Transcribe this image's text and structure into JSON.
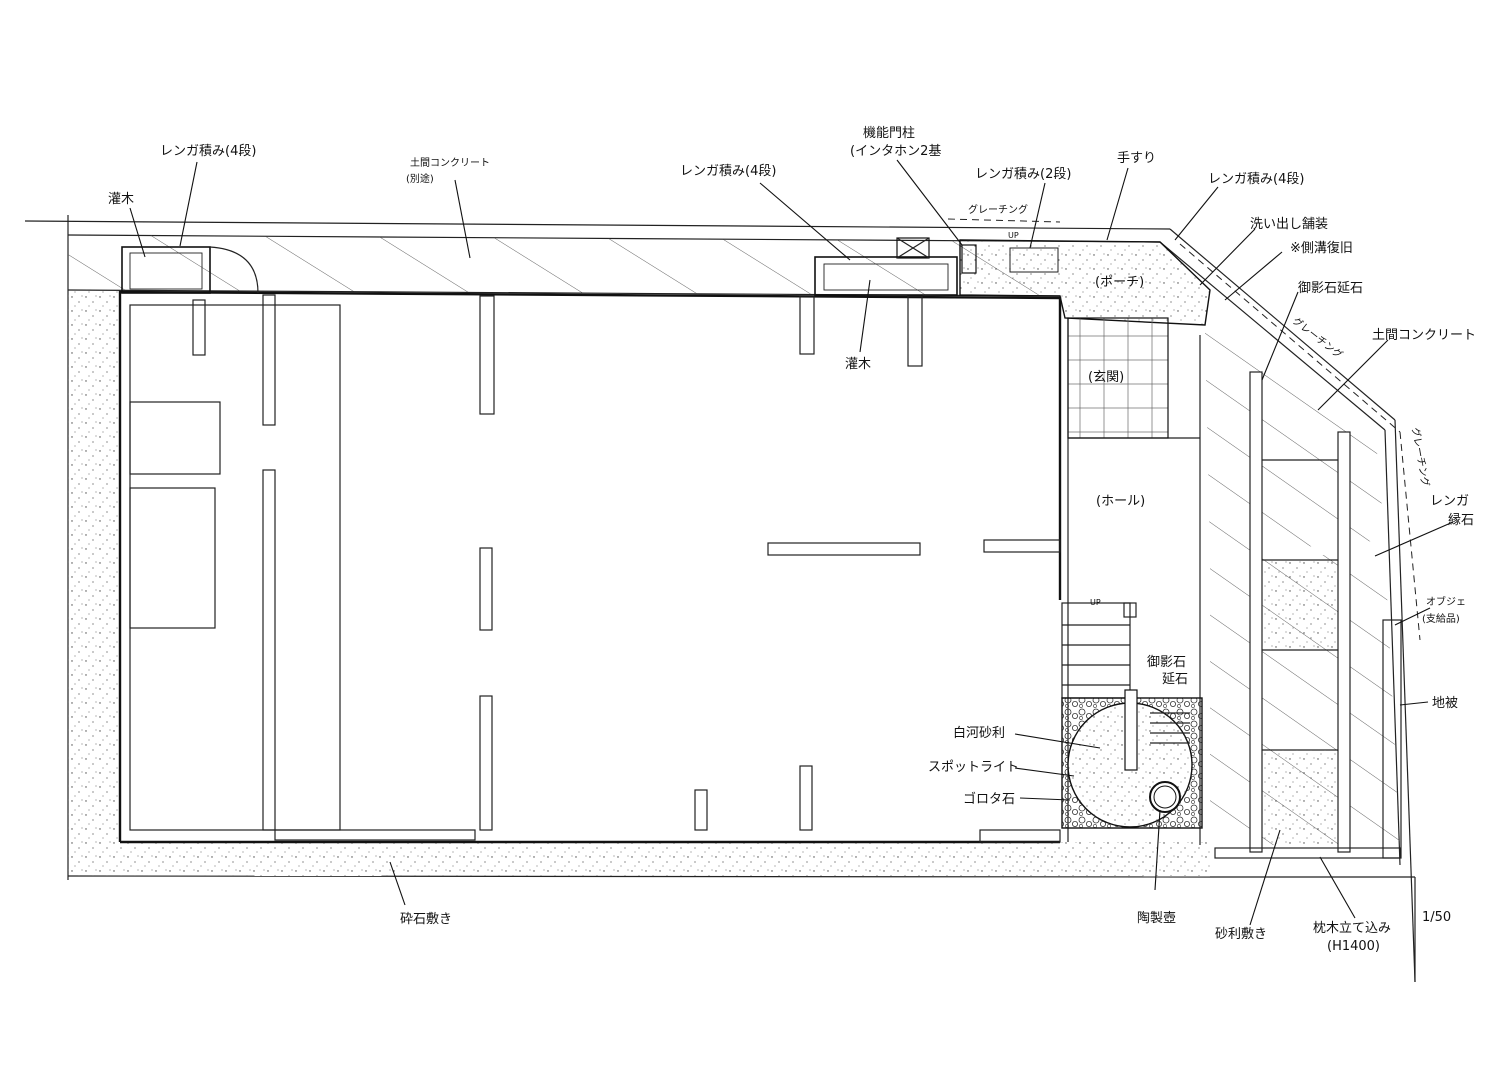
{
  "labels": {
    "renga_4_left": "レンガ積み(4段)",
    "shrub_left": "灌木",
    "doma_concrete": "土間コンクリート",
    "doma_separate": "(別途)",
    "renga_4_mid": "レンガ積み(4段)",
    "gate_pillar": "機能門柱",
    "gate_pillar_sub": "(インタホン2基",
    "renga_2": "レンガ積み(2段)",
    "handrail": "手すり",
    "renga_4_right": "レンガ積み(4段)",
    "grating_top": "グレーチング",
    "up_porch": "UP",
    "washed_paving": "洗い出し舗装",
    "gutter_restore": "※側溝復旧",
    "porch": "(ポーチ)",
    "granite_curb": "御影石延石",
    "grating_diag1": "グレーチング",
    "entrance": "(玄関)",
    "shrub_mid": "灌木",
    "doma_concrete_right": "土間コンクリート",
    "grating_diag2": "グレーチング",
    "hall": "(ホール)",
    "renga_edge_1": "レンガ",
    "renga_edge_2": "縁石",
    "objet_1": "オブジェ",
    "objet_2": "(支給品)",
    "up_stair": "UP",
    "granite_1": "御影石",
    "granite_2": "延石",
    "ground_cover": "地被",
    "shirakawa_gravel": "白河砂利",
    "spotlight": "スポットライト",
    "gorota_stone": "ゴロタ石",
    "crushed_stone": "砕石敷き",
    "ceramic_pot": "陶製壺",
    "gravel": "砂利敷き",
    "sleeper_1": "枕木立て込み",
    "sleeper_2": "(H1400)",
    "scale": "1/50"
  }
}
